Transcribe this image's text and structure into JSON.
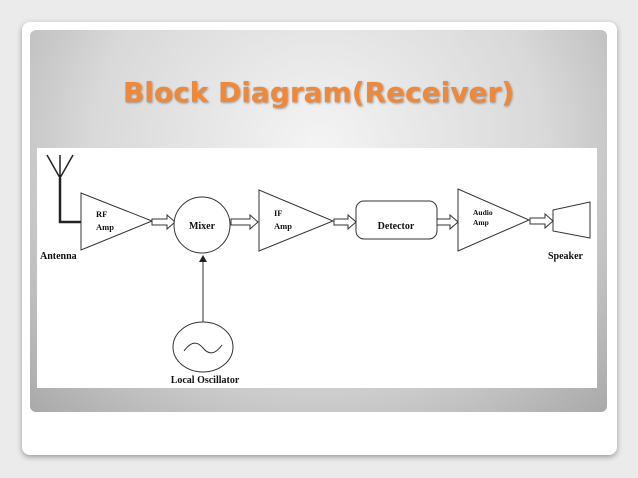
{
  "slide": {
    "title": "Block Diagram(Receiver)",
    "title_color": "#f0883a"
  },
  "diagram": {
    "antenna_label": "Antenna",
    "rf_amp": {
      "line1": "RF",
      "line2": "Amp"
    },
    "mixer_label": "Mixer",
    "if_amp": {
      "line1": "IF",
      "line2": "Amp"
    },
    "detector_label": "Detector",
    "audio_amp": {
      "line1": "Audio",
      "line2": "Amp"
    },
    "speaker_label": "Speaker",
    "oscillator_label": "Local Oscillator"
  }
}
